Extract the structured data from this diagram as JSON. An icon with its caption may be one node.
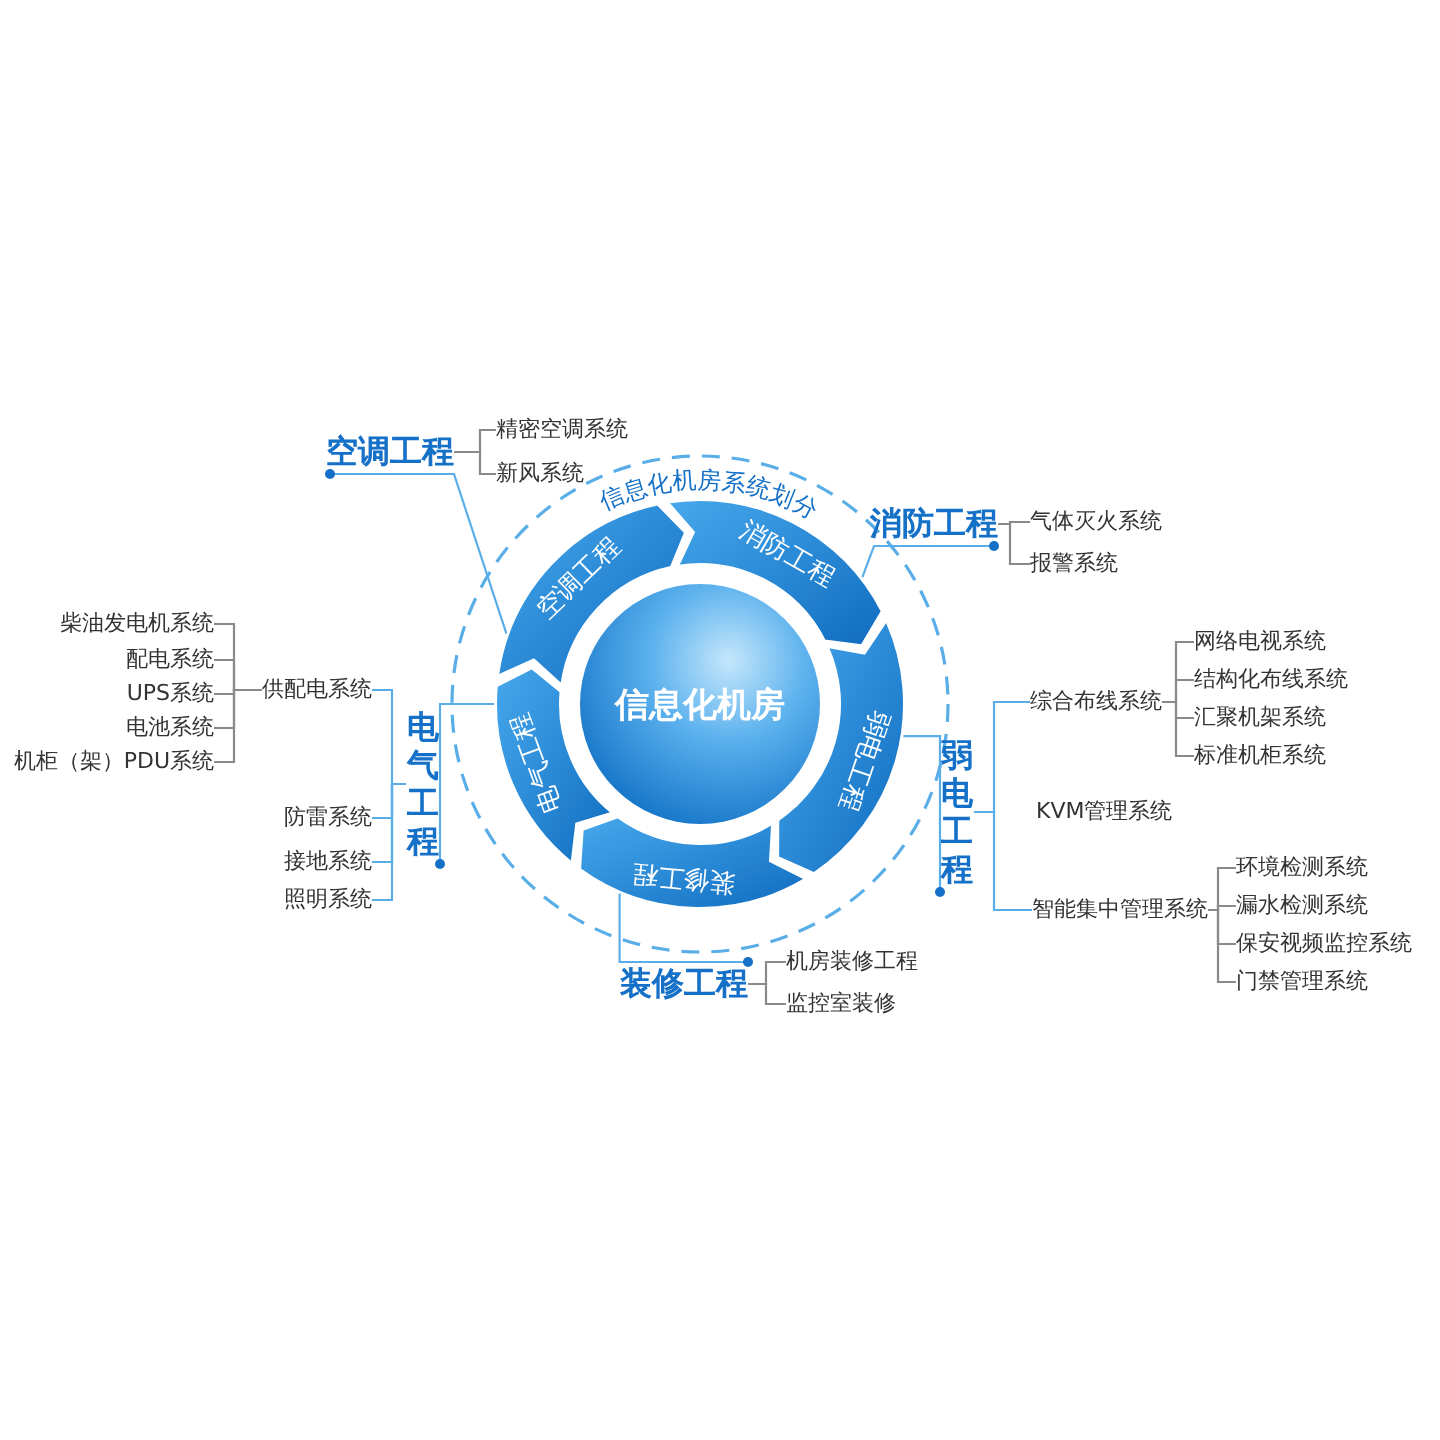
{
  "diagram": {
    "nodes": [
      {
        "text": [
          "信息化机房"
        ]
      },
      {
        "text": [
          "空调工程"
        ]
      },
      {
        "text": [
          "消防工程"
        ]
      },
      {
        "text": [
          "弱电工程"
        ]
      },
      {
        "text": [
          "装修工程"
        ]
      },
      {
        "text": [
          "电气工程"
        ]
      },
      {
        "text": [
          "空调工程"
        ]
      },
      {
        "text": [
          "精密空调系统"
        ]
      },
      {
        "text": [
          "新风系统"
        ]
      },
      {
        "text": [
          "消防工程"
        ]
      },
      {
        "text": [
          "气体灭火系统"
        ]
      },
      {
        "text": [
          "报警系统"
        ]
      },
      {
        "text": [
          "弱电工程"
        ]
      },
      {
        "text": [
          "综合布线系统"
        ]
      },
      {
        "text": [
          "网络电视系统"
        ]
      },
      {
        "text": [
          "结构化布线系统"
        ]
      },
      {
        "text": [
          "汇聚机架系统"
        ]
      },
      {
        "text": [
          "标准机柜系统"
        ]
      },
      {
        "text": [
          "KVM管理系统"
        ]
      },
      {
        "text": [
          "智能集中管理系统"
        ]
      },
      {
        "text": [
          "环境检测系统"
        ]
      },
      {
        "text": [
          "漏水检测系统"
        ]
      },
      {
        "text": [
          "保安视频监控系统"
        ]
      },
      {
        "text": [
          "门禁管理系统"
        ]
      },
      {
        "text": [
          "装修工程"
        ]
      },
      {
        "text": [
          "机房装修工程"
        ]
      },
      {
        "text": [
          "监控室装修"
        ]
      },
      {
        "text": [
          "电气工程"
        ]
      },
      {
        "text": [
          "供配电系统"
        ]
      },
      {
        "text": [
          "柴油发电机系统"
        ]
      },
      {
        "text": [
          "配电系统"
        ]
      },
      {
        "text": [
          "UPS系统"
        ]
      },
      {
        "text": [
          "电池系统"
        ]
      },
      {
        "text": [
          "机柜（架）PDU系统"
        ]
      },
      {
        "text": [
          "防雷系统"
        ]
      },
      {
        "text": [
          "接地系统"
        ]
      },
      {
        "text": [
          "照明系统"
        ]
      }
    ],
    "edges": [
      {
        "from": 1,
        "to": 6,
        "arrow": "other",
        "color": "#5aaee8"
      },
      {
        "from": 6,
        "to": 7,
        "arrow": "none"
      },
      {
        "from": 6,
        "to": 8,
        "arrow": "none"
      },
      {
        "from": 2,
        "to": 9,
        "arrow": "other",
        "color": "#5aaee8"
      },
      {
        "from": 9,
        "to": 10,
        "arrow": "none"
      },
      {
        "from": 9,
        "to": 11,
        "arrow": "none"
      },
      {
        "from": 3,
        "to": 12,
        "arrow": "other",
        "color": "#5aaee8"
      },
      {
        "from": 12,
        "to": 13,
        "arrow": "none",
        "color": "#5aaee8"
      },
      {
        "from": 12,
        "to": 19,
        "arrow": "none",
        "color": "#5aaee8"
      },
      {
        "from": 13,
        "to": 14,
        "arrow": "none"
      },
      {
        "from": 13,
        "to": 15,
        "arrow": "none"
      },
      {
        "from": 13,
        "to": 16,
        "arrow": "none"
      },
      {
        "from": 13,
        "to": 17,
        "arrow": "none"
      },
      {
        "from": 19,
        "to": 20,
        "arrow": "none"
      },
      {
        "from": 19,
        "to": 21,
        "arrow": "none"
      },
      {
        "from": 19,
        "to": 22,
        "arrow": "none"
      },
      {
        "from": 19,
        "to": 23,
        "arrow": "none"
      },
      {
        "from": 4,
        "to": 24,
        "arrow": "other",
        "color": "#5aaee8"
      },
      {
        "from": 24,
        "to": 25,
        "arrow": "none"
      },
      {
        "from": 24,
        "to": 26,
        "arrow": "none"
      },
      {
        "from": 5,
        "to": 27,
        "arrow": "other",
        "color": "#5aaee8"
      },
      {
        "from": 27,
        "to": 28,
        "arrow": "none",
        "color": "#5aaee8"
      },
      {
        "from": 27,
        "to": 34,
        "arrow": "none",
        "color": "#5aaee8"
      },
      {
        "from": 27,
        "to": 35,
        "arrow": "none",
        "color": "#5aaee8"
      },
      {
        "from": 27,
        "to": 36,
        "arrow": "none",
        "color": "#5aaee8"
      },
      {
        "from": 28,
        "to": 29,
        "arrow": "none"
      },
      {
        "from": 28,
        "to": 30,
        "arrow": "none"
      },
      {
        "from": 28,
        "to": 31,
        "arrow": "none"
      },
      {
        "from": 28,
        "to": 32,
        "arrow": "none"
      },
      {
        "from": 28,
        "to": 33,
        "arrow": "none"
      }
    ],
    "labels": [
      "信息化机房系统划分"
    ]
  }
}
